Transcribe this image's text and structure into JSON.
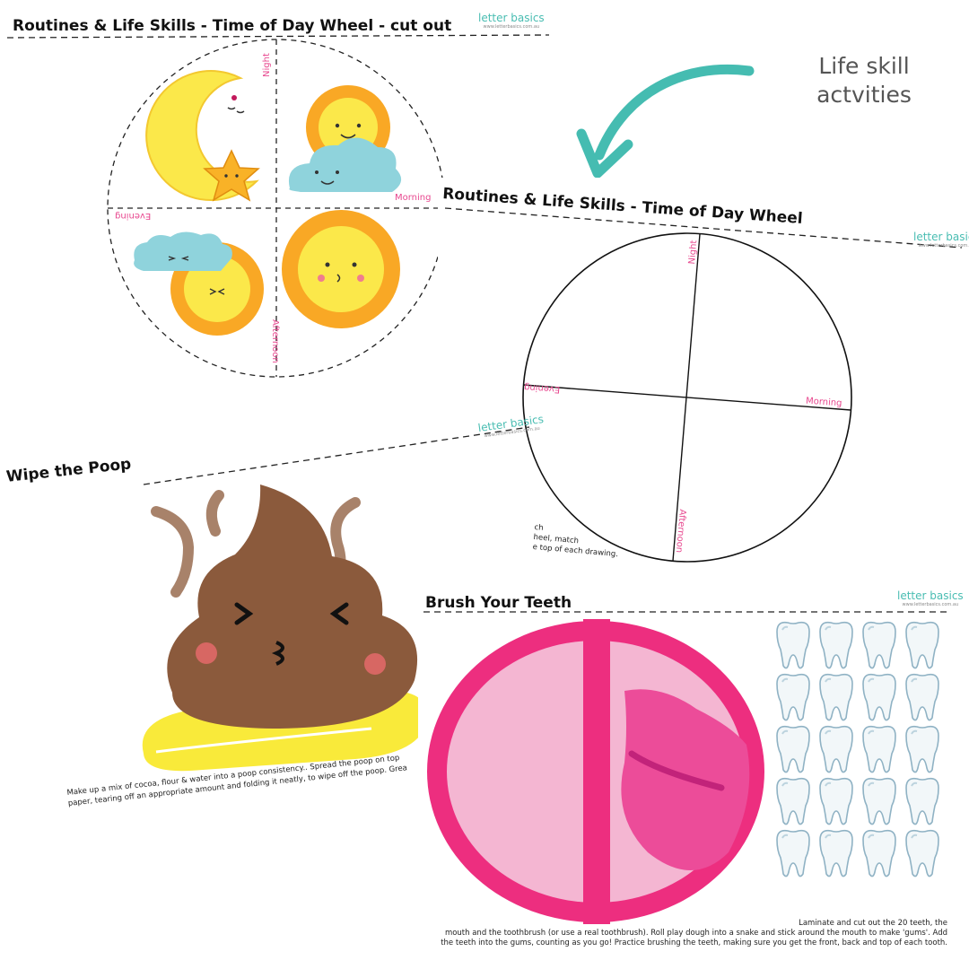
{
  "brand": {
    "logo_text": "letter basics",
    "website": "www.letterbasics.com.au"
  },
  "callout": {
    "line1": "Life skill",
    "line2": "actvities"
  },
  "sheet_cutout": {
    "title": "Routines & Life Skills - Time of Day Wheel - cut out",
    "labels": {
      "night": "Night",
      "morning": "Morning",
      "evening": "Evening",
      "afternoon": "Afternoon"
    }
  },
  "sheet_wheel": {
    "title": "Routines & Life Skills - Time of Day Wheel",
    "labels": {
      "night": "Night",
      "morning": "Morning",
      "evening": "Evening",
      "afternoon": "Afternoon"
    },
    "instructions": [
      "ch",
      "heel, match",
      "e top of each drawing."
    ]
  },
  "sheet_poop": {
    "title": "Wipe the Poop",
    "instructions": [
      "Make up a mix of cocoa, flour & water into a poop consistency.. Spread the poop on top",
      "paper, tearing off an appropriate amount and folding it neatly, to wipe off the poop. Grea"
    ]
  },
  "sheet_teeth": {
    "title": "Brush Your Teeth",
    "tooth_count": 20,
    "instructions": [
      "Laminate and cut out the 20 teeth, the",
      "mouth and the toothbrush (or use a real toothbrush). Roll play dough into a snake and stick around the mouth to make 'gums'. Add",
      "the teeth into the gums, counting as you go! Practice brushing the teeth, making sure you get the front, back and top of each tooth."
    ]
  },
  "colors": {
    "pink": "#e8488f",
    "teal": "#49bdb2",
    "sun": "#fbe84a",
    "sun_ray": "#f9a825",
    "cloud": "#8fd3dc",
    "poop": "#8b5a3c",
    "puddle": "#f9ea3a"
  }
}
